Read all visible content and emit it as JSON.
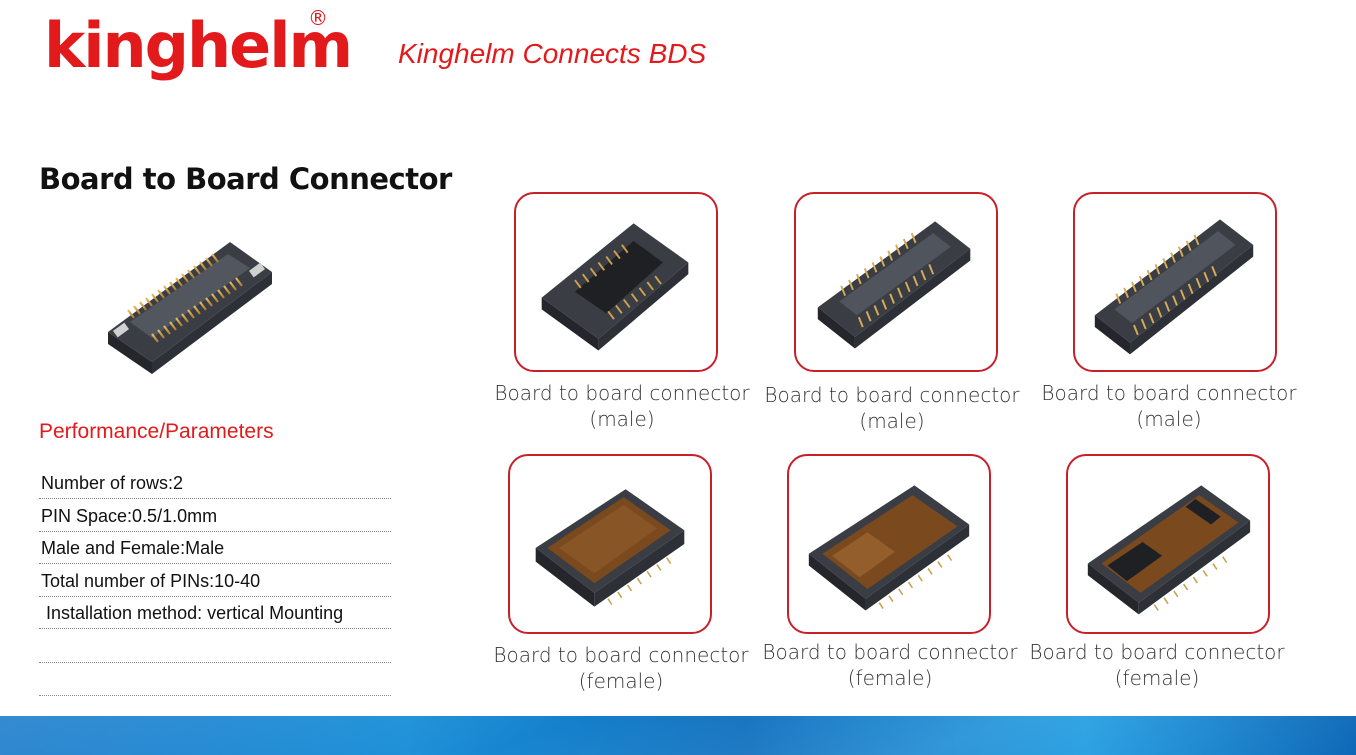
{
  "header": {
    "logo_text": "kinghelm",
    "logo_mark": "®",
    "slogan": "Kinghelm Connects BDS",
    "brand_color": "#e31a1c"
  },
  "product": {
    "title": "Board to Board Connector"
  },
  "performance": {
    "heading": "Performance/Parameters",
    "params": [
      "Number of rows:2",
      "PIN Space:0.5/1.0mm",
      "Male and Female:Male",
      "Total number of PINs:10-40",
      " Installation method: vertical Mounting",
      "",
      ""
    ]
  },
  "gallery": {
    "items": [
      {
        "line1": "Board to board connector",
        "line2": "(male)",
        "variant": "male"
      },
      {
        "line1": "Board to board connector",
        "line2": "(male)",
        "variant": "male"
      },
      {
        "line1": "Board to board connector",
        "line2": "(male)",
        "variant": "male"
      },
      {
        "line1": "Board to board connector",
        "line2": "(female)",
        "variant": "female"
      },
      {
        "line1": "Board to board connector",
        "line2": "(female)",
        "variant": "female"
      },
      {
        "line1": "Board to board connector",
        "line2": "(female)",
        "variant": "female"
      }
    ],
    "border_color": "#c8202a"
  },
  "footer": {
    "color": "#1a8fd8"
  }
}
